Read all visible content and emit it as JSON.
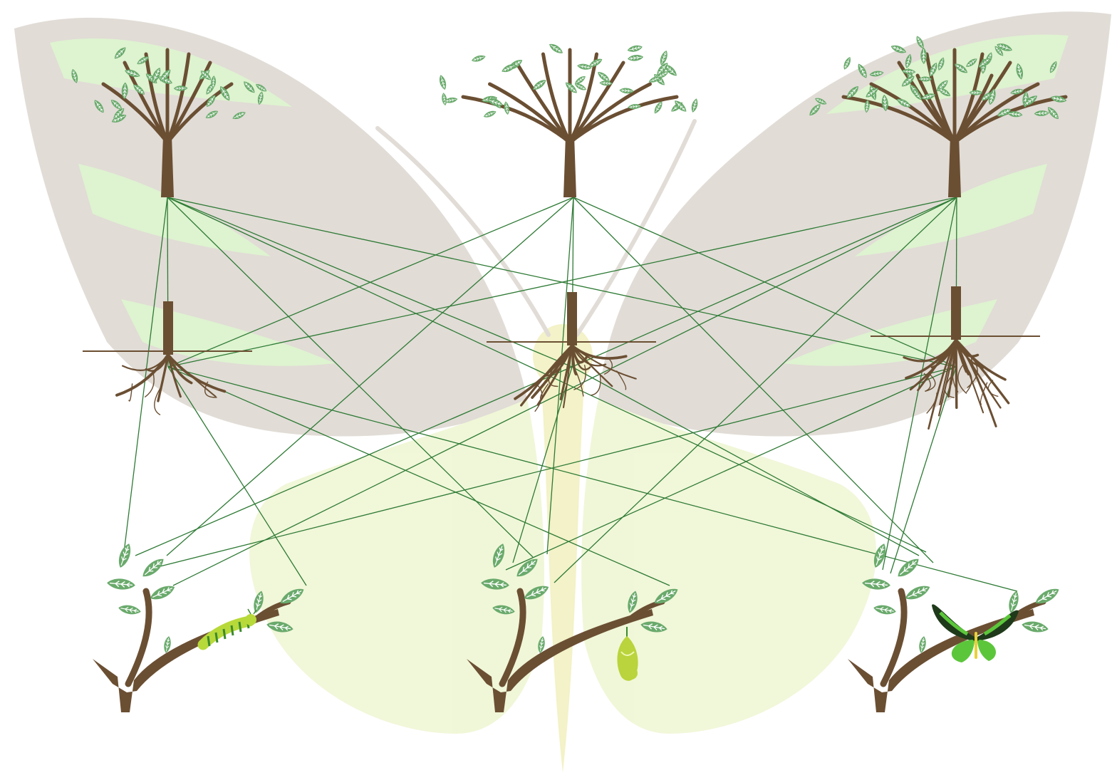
{
  "colors": {
    "background": "#ffffff",
    "trunk": "#6b4f33",
    "leaf": "#6aaa6c",
    "leaf_vein": "#ffffff",
    "connection": "#2e7a35",
    "ground_line": "#6b4f33",
    "wing_dark": "#dcd7cf",
    "wing_green": "#d9f1c8",
    "wing_lower": "#eef6d2",
    "butterfly_body": "#f1f0bf",
    "caterpillar": "#b8d93a",
    "caterpillar_stripe": "#3b8a2e",
    "pupa": "#b9d43c",
    "adult_wing_dark": "#1f3a1a",
    "adult_wing_green": "#5cc63b",
    "adult_body": "#e8d13a"
  },
  "diagram": {
    "layers": [
      {
        "id": "tree",
        "label": ""
      },
      {
        "id": "root",
        "label": ""
      },
      {
        "id": "branch",
        "label": ""
      }
    ],
    "nodes": [
      {
        "id": "tree-1",
        "layer": "tree",
        "variant": "sparse",
        "icon": "tree-icon"
      },
      {
        "id": "tree-2",
        "layer": "tree",
        "variant": "wide",
        "icon": "tree-icon"
      },
      {
        "id": "tree-3",
        "layer": "tree",
        "variant": "dense",
        "icon": "tree-icon"
      },
      {
        "id": "root-1",
        "layer": "root",
        "variant": "sparse",
        "icon": "root-icon"
      },
      {
        "id": "root-2",
        "layer": "root",
        "variant": "medium",
        "icon": "root-icon"
      },
      {
        "id": "root-3",
        "layer": "root",
        "variant": "dense",
        "icon": "root-icon"
      },
      {
        "id": "branch-1",
        "layer": "branch",
        "stage": "caterpillar",
        "icon": "caterpillar-icon"
      },
      {
        "id": "branch-2",
        "layer": "branch",
        "stage": "pupa",
        "icon": "chrysalis-icon"
      },
      {
        "id": "branch-3",
        "layer": "branch",
        "stage": "adult",
        "icon": "butterfly-icon"
      }
    ],
    "edges": [
      [
        "tree-1",
        "root-1"
      ],
      [
        "tree-1",
        "root-2"
      ],
      [
        "tree-1",
        "root-3"
      ],
      [
        "tree-1",
        "branch-1"
      ],
      [
        "tree-1",
        "branch-2"
      ],
      [
        "tree-1",
        "branch-3"
      ],
      [
        "tree-2",
        "root-1"
      ],
      [
        "tree-2",
        "root-2"
      ],
      [
        "tree-2",
        "root-3"
      ],
      [
        "tree-2",
        "branch-1"
      ],
      [
        "tree-2",
        "branch-2"
      ],
      [
        "tree-2",
        "branch-3"
      ],
      [
        "tree-3",
        "root-1"
      ],
      [
        "tree-3",
        "root-2"
      ],
      [
        "tree-3",
        "root-3"
      ],
      [
        "tree-3",
        "branch-1"
      ],
      [
        "tree-3",
        "branch-2"
      ],
      [
        "tree-3",
        "branch-3"
      ],
      [
        "root-1",
        "branch-1"
      ],
      [
        "root-1",
        "branch-2"
      ],
      [
        "root-1",
        "branch-3"
      ],
      [
        "root-2",
        "branch-1"
      ],
      [
        "root-2",
        "branch-2"
      ],
      [
        "root-2",
        "branch-3"
      ],
      [
        "root-3",
        "branch-1"
      ],
      [
        "root-3",
        "branch-2"
      ],
      [
        "root-3",
        "branch-3"
      ]
    ],
    "background_icon": "butterfly-watermark-icon"
  }
}
